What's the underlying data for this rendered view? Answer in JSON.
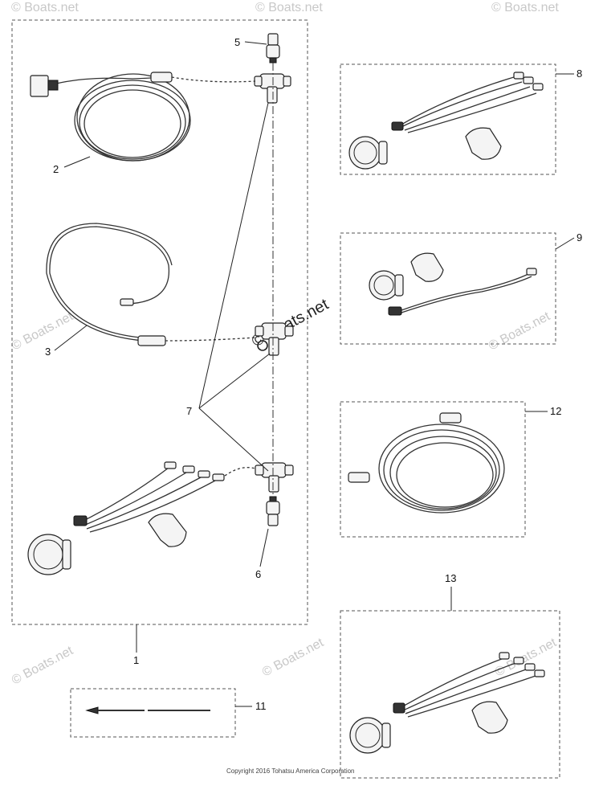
{
  "callouts": {
    "c1": "1",
    "c2": "2",
    "c3": "3",
    "c5": "5",
    "c6": "6",
    "c7": "7",
    "c8": "8",
    "c9": "9",
    "c11": "11",
    "c12": "12",
    "c13": "13"
  },
  "watermarks": {
    "w1": "© Boats.net",
    "w2": "© Boats.net",
    "w3": "© Boats.net",
    "w4": "© Boats.net",
    "w5": "© Boats.net",
    "w6": "© Boats.net",
    "w7": "© Boats.net",
    "w8": "© Boats.net",
    "center": "© Boats.net"
  },
  "copyright": "Copyright 2016 Tohatsu America Corporation"
}
